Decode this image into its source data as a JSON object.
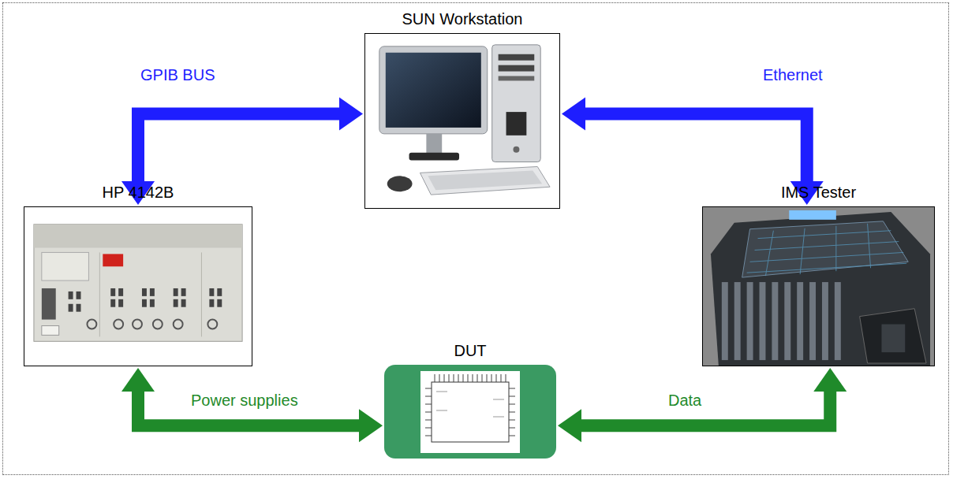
{
  "diagram": {
    "nodes": [
      {
        "text": [
          "SUN Workstation"
        ]
      },
      {
        "text": [
          "HP 4142B"
        ]
      },
      {
        "text": [
          "IMS Tester"
        ]
      },
      {
        "text": [
          "DUT"
        ]
      }
    ],
    "edges": [
      {
        "from": 1,
        "to": 0,
        "arrow": "both",
        "label": "GPIB BUS"
      },
      {
        "from": 0,
        "to": 2,
        "arrow": "both",
        "label": "Ethernet"
      },
      {
        "from": 1,
        "to": 3,
        "arrow": "both",
        "label": "Power supplies"
      },
      {
        "from": 3,
        "to": 2,
        "arrow": "both",
        "label": "Data"
      }
    ]
  }
}
